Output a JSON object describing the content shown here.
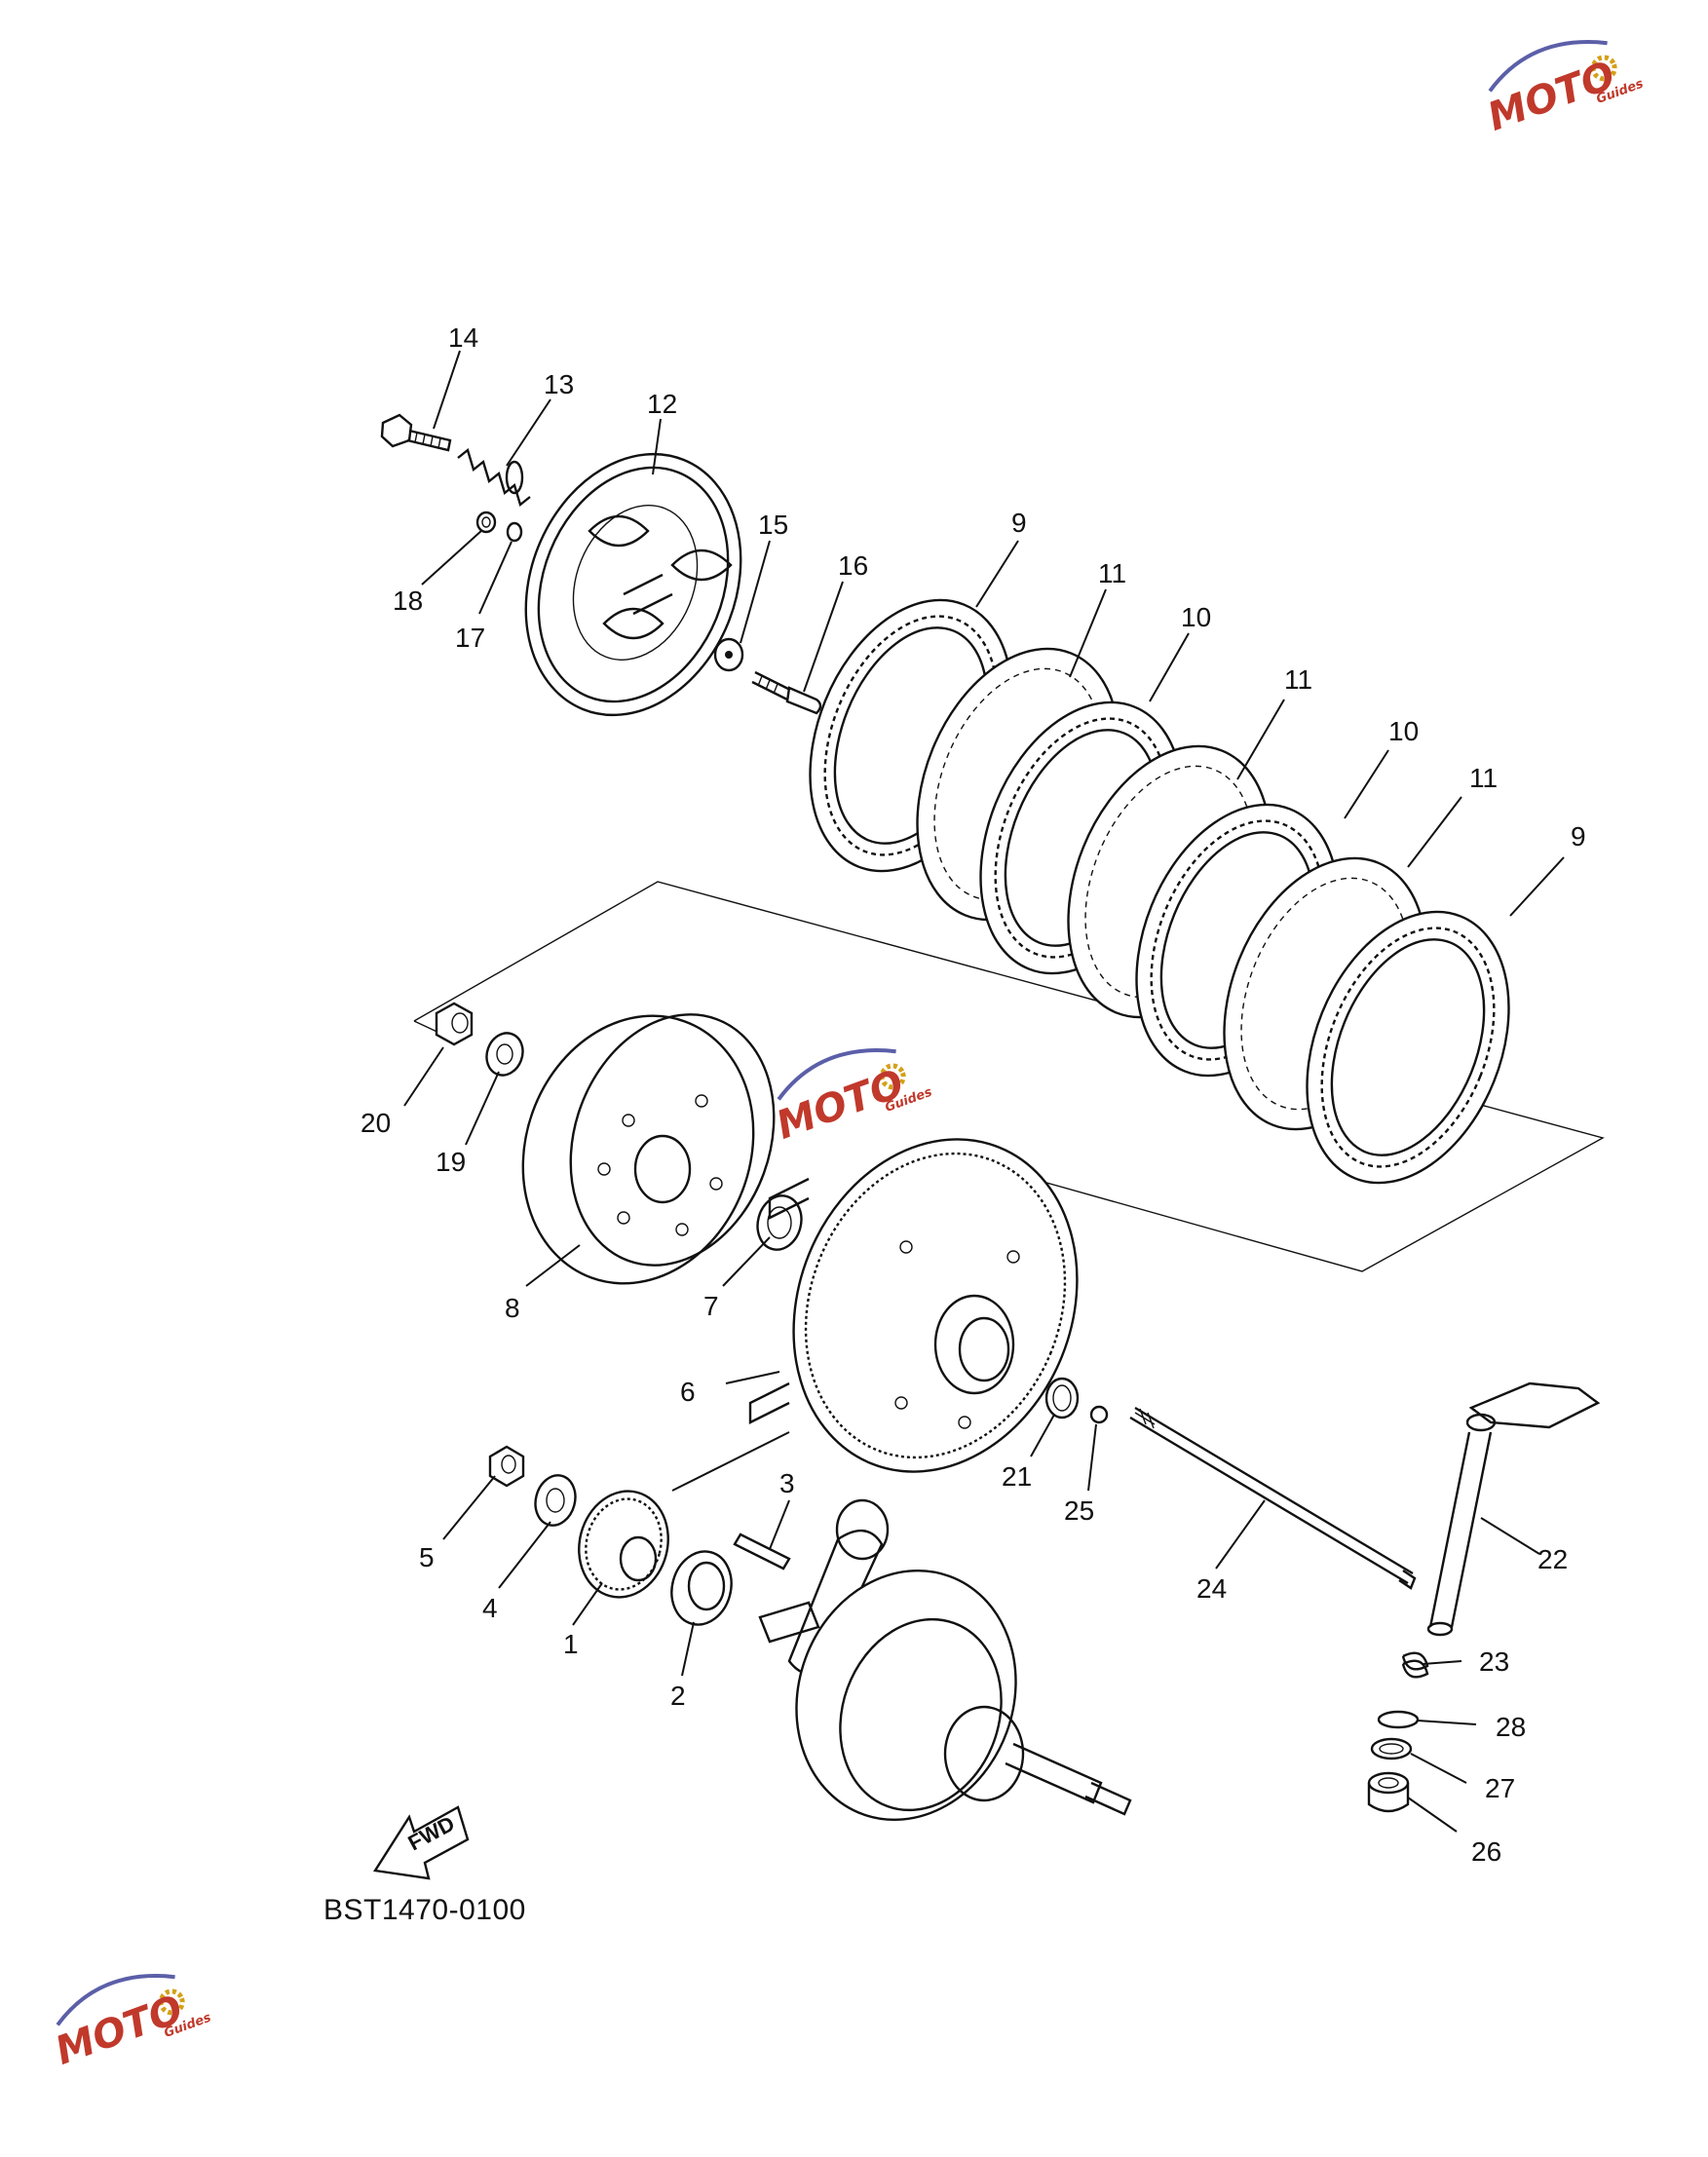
{
  "diagram": {
    "part_code": "BST1470-0100",
    "fwd_label": "FWD",
    "watermark": {
      "text": "MOTO",
      "subtext": "Guides",
      "color_main": "#c0392b",
      "color_accent": "#5b5fa8"
    },
    "callouts": [
      {
        "id": "c14",
        "label": "14"
      },
      {
        "id": "c13",
        "label": "13"
      },
      {
        "id": "c12",
        "label": "12"
      },
      {
        "id": "c15",
        "label": "15"
      },
      {
        "id": "c16",
        "label": "16"
      },
      {
        "id": "c18",
        "label": "18"
      },
      {
        "id": "c17",
        "label": "17"
      },
      {
        "id": "c9a",
        "label": "9"
      },
      {
        "id": "c11a",
        "label": "11"
      },
      {
        "id": "c10a",
        "label": "10"
      },
      {
        "id": "c11b",
        "label": "11"
      },
      {
        "id": "c10b",
        "label": "10"
      },
      {
        "id": "c11c",
        "label": "11"
      },
      {
        "id": "c9b",
        "label": "9"
      },
      {
        "id": "c20",
        "label": "20"
      },
      {
        "id": "c19",
        "label": "19"
      },
      {
        "id": "c8",
        "label": "8"
      },
      {
        "id": "c7",
        "label": "7"
      },
      {
        "id": "c6",
        "label": "6"
      },
      {
        "id": "c21",
        "label": "21"
      },
      {
        "id": "c25",
        "label": "25"
      },
      {
        "id": "c22",
        "label": "22"
      },
      {
        "id": "c24",
        "label": "24"
      },
      {
        "id": "c5",
        "label": "5"
      },
      {
        "id": "c4",
        "label": "4"
      },
      {
        "id": "c3",
        "label": "3"
      },
      {
        "id": "c1",
        "label": "1"
      },
      {
        "id": "c2",
        "label": "2"
      },
      {
        "id": "c23",
        "label": "23"
      },
      {
        "id": "c28",
        "label": "28"
      },
      {
        "id": "c27",
        "label": "27"
      },
      {
        "id": "c26",
        "label": "26"
      }
    ]
  }
}
